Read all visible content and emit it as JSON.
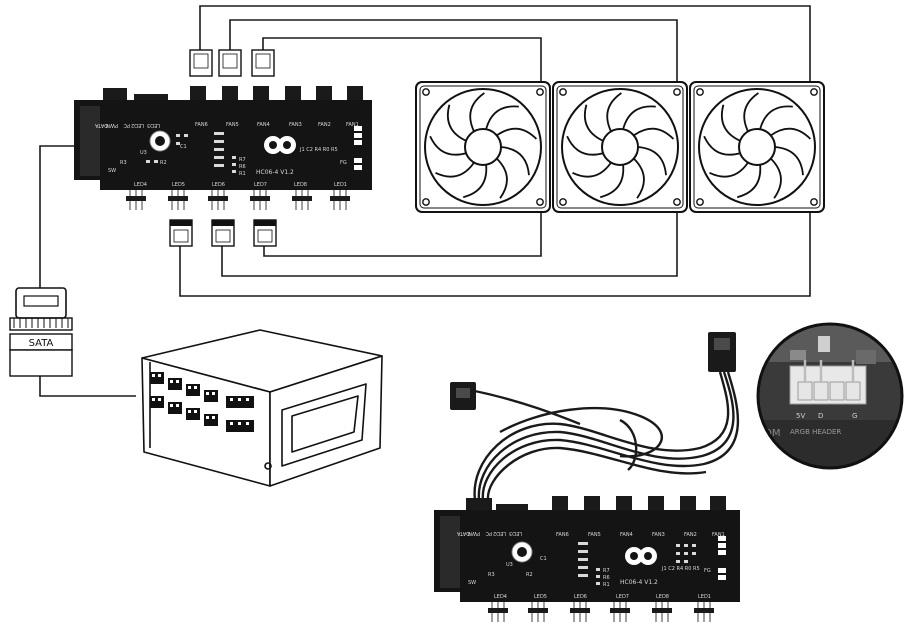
{
  "sata_label": "SATA",
  "board_top": {
    "model": "HC06-4 V1.2",
    "header_labels": [
      "PWM",
      "PC",
      "LED2",
      "LED3",
      "DATA"
    ],
    "fan_labels": [
      "FAN6",
      "FAN5",
      "FAN4",
      "FAN3",
      "FAN2",
      "FAN1"
    ],
    "led_labels": [
      "LED4",
      "LED5",
      "LED6",
      "LED7",
      "LED8",
      "LED1"
    ],
    "component_labels": [
      "R3",
      "R2",
      "U3",
      "R7",
      "R6",
      "R1",
      "C1"
    ],
    "silk_line": "J1 C2 R4 R0 R5",
    "side_label": "FG",
    "corner_label": "SW"
  },
  "board_bottom": {
    "model": "HC06-4 V1.2",
    "header_labels": [
      "PWM",
      "PC",
      "LED2",
      "LED3",
      "DATA"
    ],
    "fan_labels": [
      "FAN6",
      "FAN5",
      "FAN4",
      "FAN3",
      "FAN2",
      "FAN1"
    ],
    "led_labels": [
      "LED4",
      "LED5",
      "LED6",
      "LED7",
      "LED8",
      "LED1"
    ],
    "component_labels": [
      "R3",
      "R2",
      "U3",
      "R7",
      "R6",
      "R1",
      "C1"
    ],
    "silk_line": "J1 C2 R4 R0 R5",
    "side_label": "FG",
    "corner_label": "SW"
  },
  "inset": {
    "pin_labels": [
      "5V",
      "D",
      "",
      "G"
    ],
    "header_text": "ARGB HEADER",
    "edge_text": "OM"
  },
  "colors": {
    "line": "#1a1a1a",
    "pcb": "#141414",
    "silk": "#d9d9d9",
    "photo_bg": "#3a3a3a"
  }
}
